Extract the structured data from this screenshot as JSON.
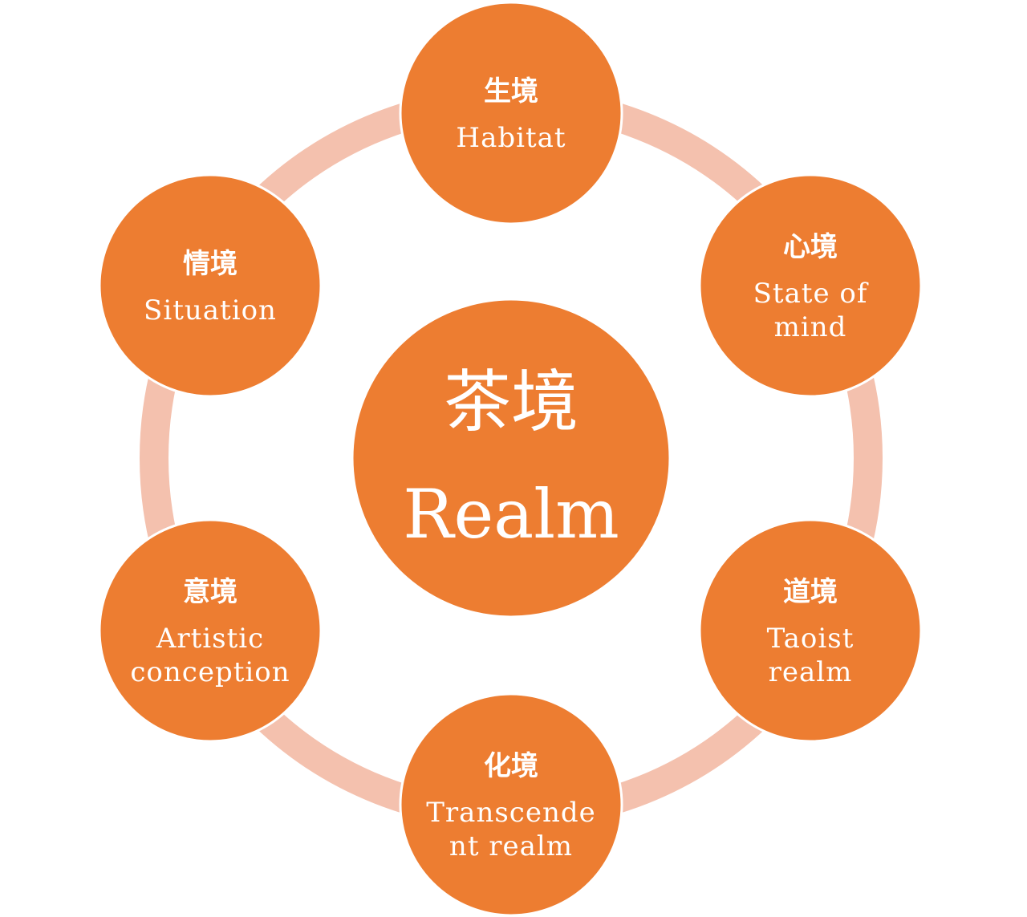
{
  "diagram": {
    "colors": {
      "node": "#ED7D31",
      "ring": "#F4C1AE",
      "text": "#FFFFFF"
    },
    "center": {
      "cjk": "茶境",
      "eng": "Realm"
    },
    "nodes": [
      {
        "cjk": "生境",
        "eng_lines": [
          "Habitat"
        ]
      },
      {
        "cjk": "心境",
        "eng_lines": [
          "State of",
          "mind"
        ]
      },
      {
        "cjk": "道境",
        "eng_lines": [
          "Taoist",
          "realm"
        ]
      },
      {
        "cjk": "化境",
        "eng_lines": [
          "Transcende",
          "nt realm"
        ]
      },
      {
        "cjk": "意境",
        "eng_lines": [
          "Artistic",
          "conception"
        ]
      },
      {
        "cjk": "情境",
        "eng_lines": [
          "Situation"
        ]
      }
    ]
  }
}
